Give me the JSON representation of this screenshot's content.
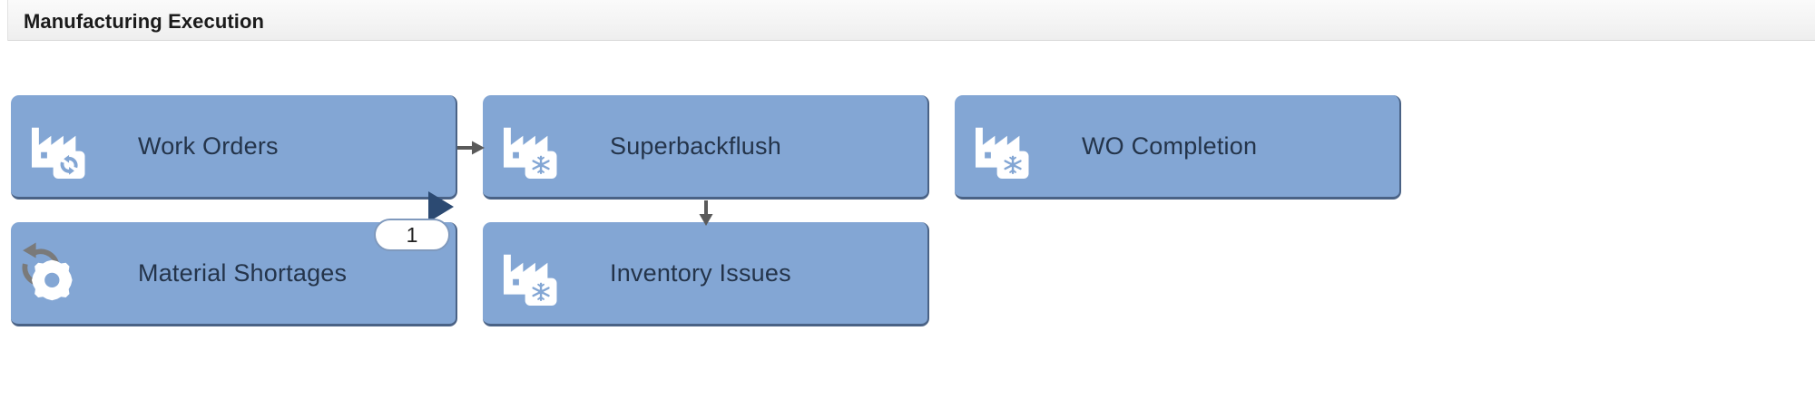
{
  "header": {
    "title": "Manufacturing Execution"
  },
  "theme": {
    "tile_background": "#83a6d4",
    "tile_border": "#4a6285",
    "tile_label_color": "#24344a",
    "header_background": "#f4f4f4",
    "header_text_color": "#1b1b1b",
    "connector_color": "#5a5a5a",
    "triangle_color": "#2c4a72",
    "badge_background": "#ffffff",
    "badge_border": "#7f99bd",
    "icon_color": "#ffffff"
  },
  "tiles": [
    {
      "id": "work-orders",
      "label": "Work Orders",
      "icon": "factory-sync-icon",
      "row": 1,
      "column": 1
    },
    {
      "id": "superbackflush",
      "label": "Superbackflush",
      "icon": "factory-snowflake-icon",
      "row": 1,
      "column": 2
    },
    {
      "id": "wo-completion",
      "label": "WO Completion",
      "icon": "factory-snowflake-icon",
      "row": 1,
      "column": 3
    },
    {
      "id": "material-shortages",
      "label": "Material Shortages",
      "icon": "refresh-gear-icon",
      "row": 2,
      "column": 1
    },
    {
      "id": "inventory-issues",
      "label": "Inventory Issues",
      "icon": "factory-snowflake-icon",
      "row": 2,
      "column": 2
    }
  ],
  "connectors": [
    {
      "id": "work-orders-to-superbackflush",
      "direction": "right",
      "style": "solid-arrow"
    },
    {
      "id": "superbackflush-to-inventory-issues",
      "direction": "down",
      "style": "solid-arrow"
    },
    {
      "id": "material-shortages-marker",
      "direction": "right",
      "style": "triangle"
    }
  ],
  "badges": [
    {
      "id": "material-shortages-count",
      "value": "1",
      "attached_to": "material-shortages"
    }
  ]
}
